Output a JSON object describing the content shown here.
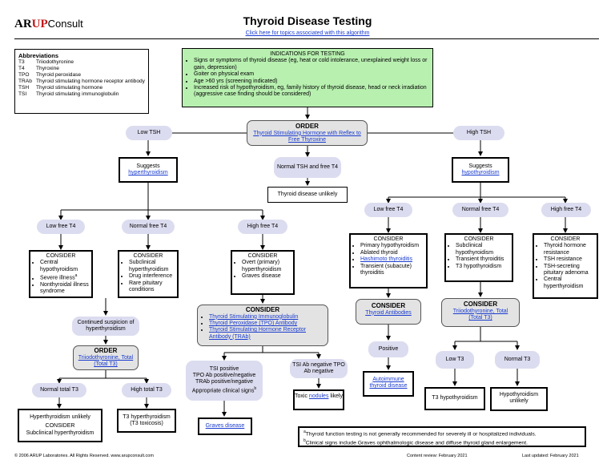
{
  "header": {
    "logo_aru": "AR",
    "logo_p": "UP",
    "logo_consult": "Consult",
    "title": "Thyroid Disease Testing",
    "subtitle_link": "Click here for topics associated with this algorithm"
  },
  "abbreviations": {
    "heading": "Abbreviations",
    "items": [
      {
        "abbr": "T3",
        "meaning": "Triiodothyronine"
      },
      {
        "abbr": "T4",
        "meaning": "Thyroxine"
      },
      {
        "abbr": "TPO",
        "meaning": "Thyroid peroxidase"
      },
      {
        "abbr": "TRAb",
        "meaning": "Thyroid stimulating hormone receptor antibody"
      },
      {
        "abbr": "TSH",
        "meaning": "Thyroid stimulating hormone"
      },
      {
        "abbr": "TSI",
        "meaning": "Thyroid stimulating immunoglobulin"
      }
    ]
  },
  "indications": {
    "heading": "INDICATIONS FOR TESTING",
    "items": [
      "Signs or symptoms of thyroid disease (eg, heat or cold intolerance, unexplained weight loss or gain, depression)",
      "Goiter on physical exam",
      "Age >60 yrs (screening indicated)",
      "Increased risk of hypothyroidism, eg, family history of thyroid disease, head or neck irradiation (aggressive case finding should be considered)"
    ]
  },
  "order_main": {
    "heading": "ORDER",
    "link": "Thyroid Stimulating Hormone with Reflex to Free Thyroxine"
  },
  "low_tsh": "Low TSH",
  "normal_tsh": "Normal TSH and free T4",
  "high_tsh": "High TSH",
  "disease_unlikely": "Thyroid disease unlikely",
  "suggests_hyper": {
    "label": "Suggests",
    "link": "hyperthyroidism"
  },
  "suggests_hypo": {
    "label": "Suggests",
    "link": "hypothyroidism"
  },
  "low_free_t4_left": "Low free T4",
  "normal_free_t4_left": "Normal free T4",
  "high_free_t4_left": "High free T4",
  "low_free_t4_right": "Low free T4",
  "normal_free_t4_right": "Normal free T4",
  "high_free_t4_right": "High free T4",
  "consider1": {
    "heading": "CONSIDER",
    "items": [
      "Central hypothyroidism",
      "Severe illness",
      "Nonthyroidal illness syndrome"
    ],
    "sup": "a"
  },
  "consider2": {
    "heading": "CONSIDER",
    "items": [
      "Subclinical hyperthyroidism",
      "Drug interference",
      "Rare pituitary conditions"
    ]
  },
  "consider3": {
    "heading": "CONSIDER",
    "items": [
      "Overt (primary) hyperthyroidism",
      "Graves disease"
    ]
  },
  "consider4": {
    "heading": "CONSIDER",
    "items": [
      "Primary hypothyroidism",
      "Ablated thyroid",
      "Hashimoto thyroiditis",
      "Transient (subacute) thyroiditis"
    ]
  },
  "consider5": {
    "heading": "CONSIDER",
    "items": [
      "Subclinical hypothyroidism",
      "Transient thyroiditis",
      "T3 hypothyroidism"
    ]
  },
  "consider6": {
    "heading": "CONSIDER",
    "items": [
      "Thyroid hormone resistance",
      "TSH resistance",
      "TSH-secreting pituitary adenoma",
      "Central hyperthyroidism"
    ]
  },
  "continued_suspicion": "Continued suspicion of hyperthyroidism",
  "order_t3": {
    "heading": "ORDER",
    "link": "Triiodothyronine, Total (Total T3)"
  },
  "consider_abs": {
    "heading": "CONSIDER",
    "items": [
      "Thyroid Stimulating Immunoglobulin",
      "Thyroid Peroxidase (TPO) Antibody",
      "Thyroid Stimulating Hormone Receptor Antibody (TRAb)"
    ]
  },
  "consider_antibodies": {
    "heading": "CONSIDER",
    "link": "Thyroid Antibodies"
  },
  "consider_total_t3": {
    "heading": "CONSIDER",
    "link": "Triiodothyronine, Total (Total T3)"
  },
  "normal_total_t3": "Normal total T3",
  "high_total_t3": "High total T3",
  "hyper_unlikely": {
    "line1": "Hyperthyroidism unlikely",
    "line2": "CONSIDER",
    "line3": "Subclinical hyperthyroidism"
  },
  "t3_hyper": "T3 hyperthyroidism (T3 toxicosis)",
  "tsi_positive": {
    "line1": "TSI positive",
    "line2": "TPO Ab positive/negative",
    "line3": "TRAb positive/negative",
    "line4": "Appropriate clinical signs",
    "sup": "b"
  },
  "tsi_negative": "TSI Ab negative TPO Ab negative",
  "graves": "Graves disease",
  "toxic_nodules": {
    "pre": "Toxic ",
    "link": "nodules",
    "post": " likely"
  },
  "positive": "Positive",
  "autoimmune": "Autoimmune thyroid disease",
  "low_t3": "Low T3",
  "normal_t3": "Normal T3",
  "t3_hypo": "T3 hypothyroidism",
  "hypo_unlikely": "Hypothyroidism unlikely",
  "footnotes": {
    "a": "Thyroid function testing is not generally recommended for severely ill or hospitalized individuals.",
    "b": "Clinical signs include Graves ophthalmologic disease and diffuse thyroid gland enlargement."
  },
  "footer": {
    "copyright": "© 2006 ARUP Laboratories. All Rights Reserved. www.arupconsult.com",
    "review": "Content review: February 2021",
    "updated": "Last updated: February 2021"
  }
}
